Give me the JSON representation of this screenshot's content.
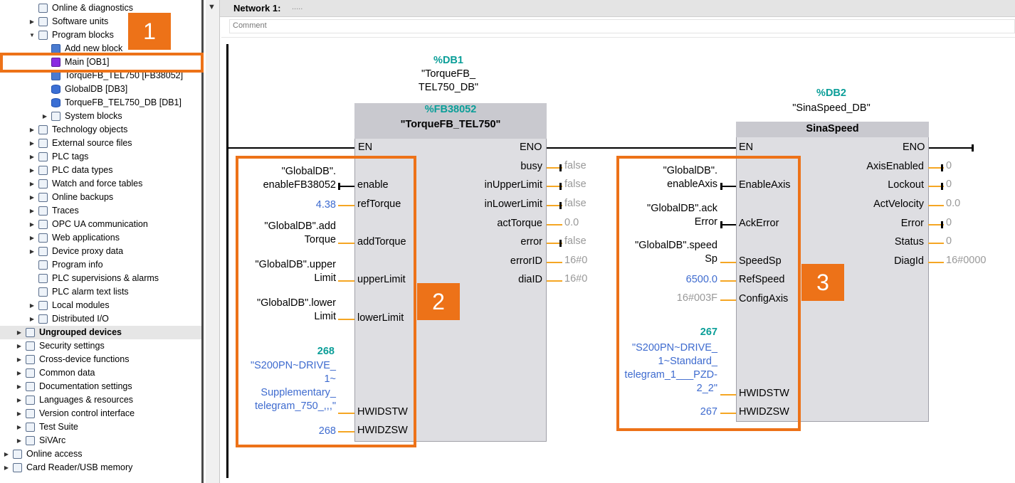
{
  "tree": [
    {
      "label": "Online & diagnostics",
      "indent": 60,
      "arrow": "",
      "icon": "diagnostics-icon"
    },
    {
      "label": "Software units",
      "indent": 60,
      "arrow": "▶",
      "icon": "software-units-icon"
    },
    {
      "label": "Program blocks",
      "indent": 60,
      "arrow": "▼",
      "icon": "folder-icon"
    },
    {
      "label": "Add new block",
      "indent": 78,
      "arrow": "",
      "icon": "add-block-icon"
    },
    {
      "label": "Main [OB1]",
      "indent": 78,
      "arrow": "",
      "icon": "ob-icon"
    },
    {
      "label": "TorqueFB_TEL750 [FB38052]",
      "indent": 78,
      "arrow": "",
      "icon": "fb-icon"
    },
    {
      "label": "GlobalDB [DB3]",
      "indent": 78,
      "arrow": "",
      "icon": "db-icon"
    },
    {
      "label": "TorqueFB_TEL750_DB [DB1]",
      "indent": 78,
      "arrow": "",
      "icon": "db-icon"
    },
    {
      "label": "System blocks",
      "indent": 78,
      "arrow": "▶",
      "icon": "folder-icon"
    },
    {
      "label": "Technology objects",
      "indent": 60,
      "arrow": "▶",
      "icon": "technology-icon"
    },
    {
      "label": "External source files",
      "indent": 60,
      "arrow": "▶",
      "icon": "folder-icon"
    },
    {
      "label": "PLC tags",
      "indent": 60,
      "arrow": "▶",
      "icon": "tags-icon"
    },
    {
      "label": "PLC data types",
      "indent": 60,
      "arrow": "▶",
      "icon": "data-types-icon"
    },
    {
      "label": "Watch and force tables",
      "indent": 60,
      "arrow": "▶",
      "icon": "watch-table-icon"
    },
    {
      "label": "Online backups",
      "indent": 60,
      "arrow": "▶",
      "icon": "backup-icon"
    },
    {
      "label": "Traces",
      "indent": 60,
      "arrow": "▶",
      "icon": "trace-icon"
    },
    {
      "label": "OPC UA communication",
      "indent": 60,
      "arrow": "▶",
      "icon": "opc-icon"
    },
    {
      "label": "Web applications",
      "indent": 60,
      "arrow": "▶",
      "icon": "web-icon"
    },
    {
      "label": "Device proxy data",
      "indent": 60,
      "arrow": "▶",
      "icon": "proxy-icon"
    },
    {
      "label": "Program info",
      "indent": 60,
      "arrow": "",
      "icon": "info-icon"
    },
    {
      "label": "PLC supervisions & alarms",
      "indent": 60,
      "arrow": "",
      "icon": "alarm-icon"
    },
    {
      "label": "PLC alarm text lists",
      "indent": 60,
      "arrow": "",
      "icon": "list-icon"
    },
    {
      "label": "Local modules",
      "indent": 60,
      "arrow": "▶",
      "icon": "module-icon"
    },
    {
      "label": "Distributed I/O",
      "indent": 60,
      "arrow": "▶",
      "icon": "io-icon"
    },
    {
      "label": "Ungrouped devices",
      "indent": 42,
      "arrow": "▶",
      "icon": "devices-icon",
      "bold": true,
      "hl": true
    },
    {
      "label": "Security settings",
      "indent": 42,
      "arrow": "▶",
      "icon": "security-icon"
    },
    {
      "label": "Cross-device functions",
      "indent": 42,
      "arrow": "▶",
      "icon": "cross-device-icon"
    },
    {
      "label": "Common data",
      "indent": 42,
      "arrow": "▶",
      "icon": "common-data-icon"
    },
    {
      "label": "Documentation settings",
      "indent": 42,
      "arrow": "▶",
      "icon": "documentation-icon"
    },
    {
      "label": "Languages & resources",
      "indent": 42,
      "arrow": "▶",
      "icon": "languages-icon"
    },
    {
      "label": "Version control interface",
      "indent": 42,
      "arrow": "▶",
      "icon": "version-control-icon"
    },
    {
      "label": "Test Suite",
      "indent": 42,
      "arrow": "▶",
      "icon": "test-suite-icon"
    },
    {
      "label": "SiVArc",
      "indent": 42,
      "arrow": "▶",
      "icon": "sivarc-icon"
    },
    {
      "label": "Online access",
      "indent": 24,
      "arrow": "▶",
      "icon": "online-access-icon"
    },
    {
      "label": "Card Reader/USB memory",
      "indent": 24,
      "arrow": "▶",
      "icon": "card-reader-icon"
    }
  ],
  "network": {
    "title": "Network 1:",
    "dots": ".....",
    "comment": "Comment",
    "collapse": "▼"
  },
  "fb1": {
    "instance_addr": "%DB1",
    "instance_name": "\"TorqueFB_\nTEL750_DB\"",
    "type_addr": "%FB38052",
    "type_name": "\"TorqueFB_TEL750\"",
    "en": "EN",
    "eno": "ENO",
    "inputs": [
      "enable",
      "refTorque",
      "addTorque",
      "upperLimit",
      "lowerLimit",
      "HWIDSTW",
      "HWIDZSW"
    ],
    "outputs": [
      "busy",
      "inUpperLimit",
      "inLowerLimit",
      "actTorque",
      "error",
      "errorID",
      "diaID"
    ],
    "in_vals": [
      {
        "text": "\"GlobalDB\".\nenableFB38052",
        "style": ""
      },
      {
        "text": "4.38",
        "style": "blue"
      },
      {
        "text": "\"GlobalDB\".add\nTorque",
        "style": ""
      },
      {
        "text": "\"GlobalDB\".upper\nLimit",
        "style": ""
      },
      {
        "text": "\"GlobalDB\".lower\nLimit",
        "style": ""
      },
      {
        "text": "\"S200PN~DRIVE_\n1~\nSupplementary_\ntelegram_750_,,,\"",
        "style": "blue",
        "head": "268"
      },
      {
        "text": "268",
        "style": "blue"
      }
    ],
    "out_vals": [
      "false",
      "false",
      "false",
      "0.0",
      "false",
      "16#0",
      "16#0"
    ]
  },
  "fb2": {
    "instance_addr": "%DB2",
    "instance_name": "\"SinaSpeed_DB\"",
    "type_name": "SinaSpeed",
    "en": "EN",
    "eno": "ENO",
    "inputs": [
      "EnableAxis",
      "AckError",
      "SpeedSp",
      "RefSpeed",
      "ConfigAxis",
      "HWIDSTW",
      "HWIDZSW"
    ],
    "outputs": [
      "AxisEnabled",
      "Lockout",
      "ActVelocity",
      "Error",
      "Status",
      "DiagId"
    ],
    "in_vals": [
      {
        "text": "\"GlobalDB\".\nenableAxis",
        "style": ""
      },
      {
        "text": "\"GlobalDB\".ack\nError",
        "style": ""
      },
      {
        "text": "\"GlobalDB\".speed\nSp",
        "style": ""
      },
      {
        "text": "6500.0",
        "style": "blue"
      },
      {
        "text": "16#003F",
        "style": "grey"
      },
      {
        "text": "\"S200PN~DRIVE_\n1~Standard_\ntelegram_1___PZD-\n2_2\"",
        "style": "blue",
        "head": "267"
      },
      {
        "text": "267",
        "style": "blue"
      }
    ],
    "out_vals": [
      "0",
      "0",
      "0.0",
      "0",
      "0",
      "16#0000"
    ]
  },
  "badges": [
    "1",
    "2",
    "3"
  ],
  "colors": {
    "highlight": "#ed7218",
    "address": "#0a9e98",
    "constant": "#3e6bcf",
    "monitor": "#999999"
  }
}
